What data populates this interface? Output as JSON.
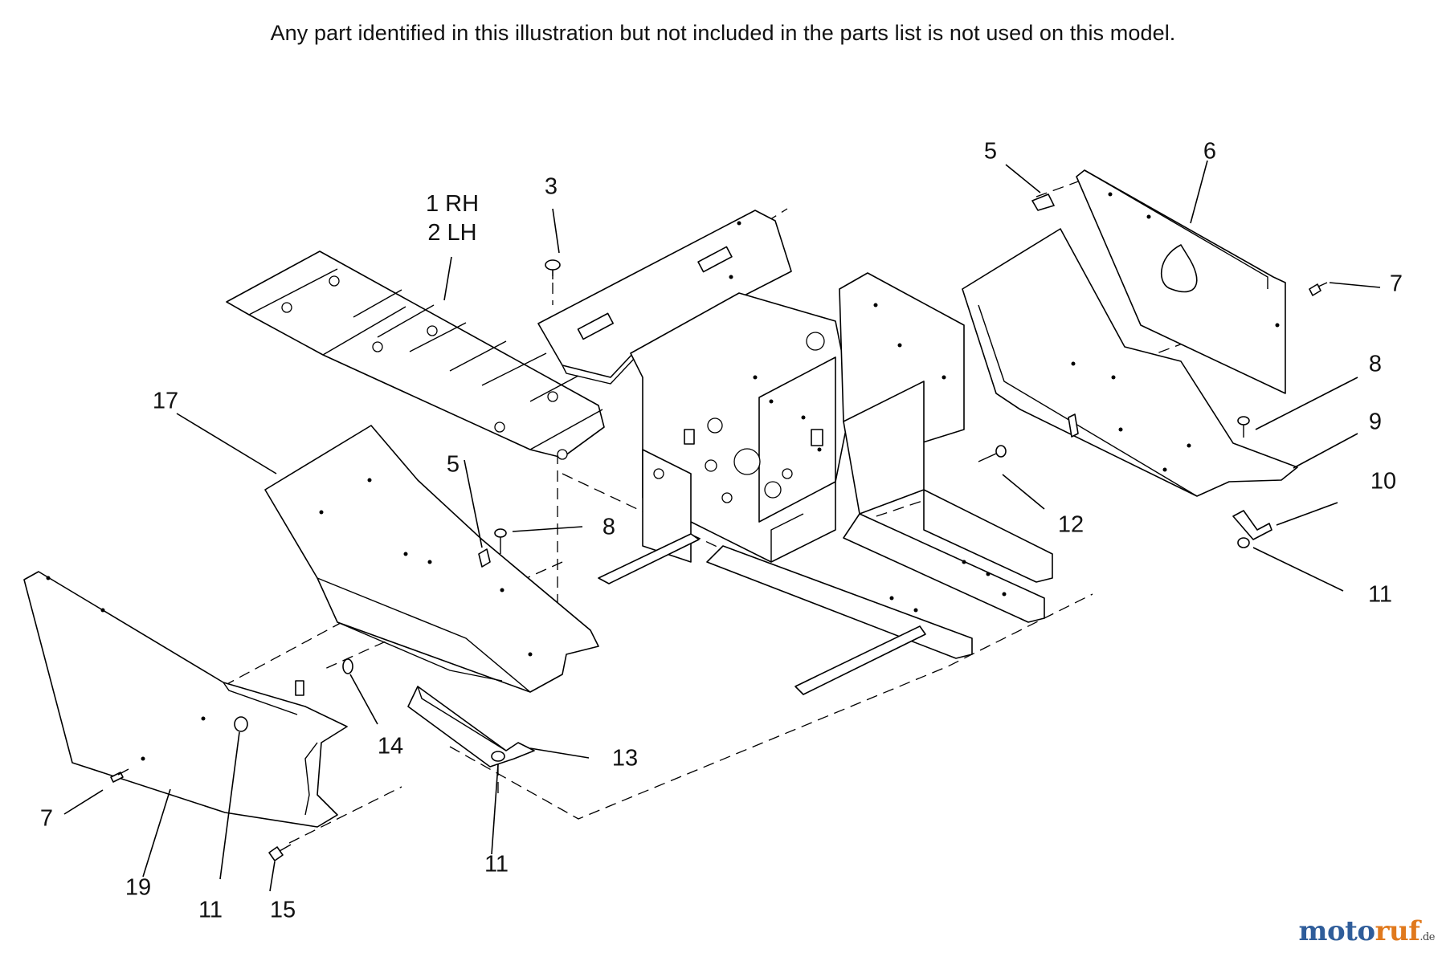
{
  "note": "Any part identified in this illustration but not included in the parts list is not used on this model.",
  "callouts": {
    "c1": "1 RH",
    "c2": "2 LH",
    "c3": "3",
    "c5a": "5",
    "c5b": "5",
    "c6": "6",
    "c7a": "7",
    "c7b": "7",
    "c8a": "8",
    "c8b": "8",
    "c9": "9",
    "c10": "10",
    "c11a": "11",
    "c11b": "11",
    "c11c": "11",
    "c12": "12",
    "c13": "13",
    "c14": "14",
    "c15": "15",
    "c17": "17",
    "c19": "19"
  },
  "watermark": {
    "part1": "moto",
    "part2": "ruf",
    "tld": ".de",
    "color_primary": "#2f5d9a",
    "color_accent": "#e0791d"
  }
}
